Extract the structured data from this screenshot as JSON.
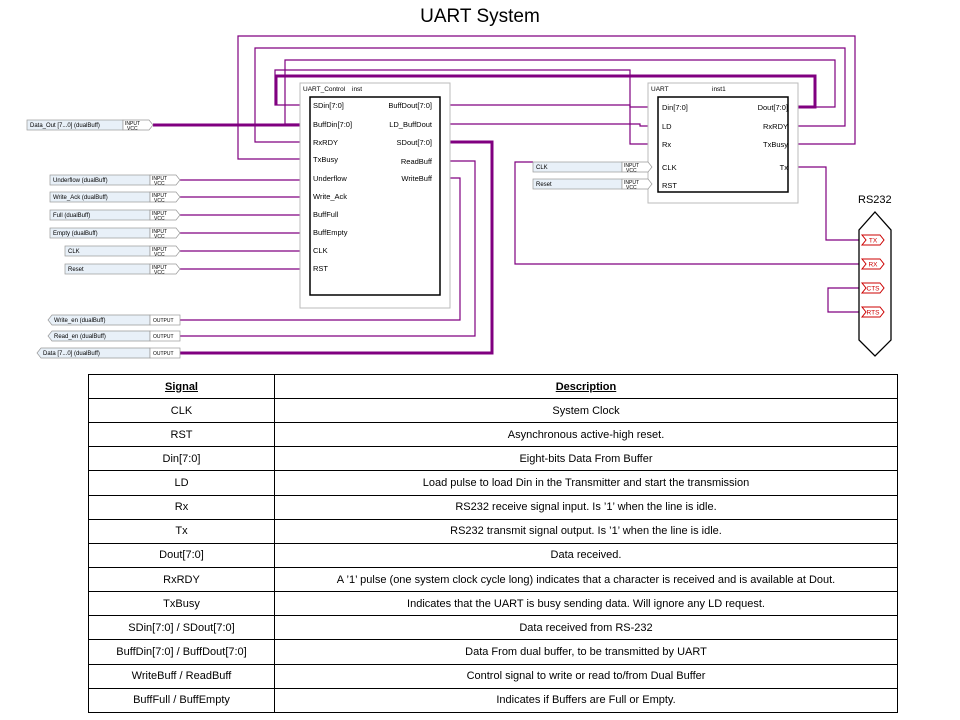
{
  "title": "UART System",
  "diagram": {
    "uart_control": {
      "name": "UART_Control",
      "inst": "inst",
      "left_ports": [
        "SDin[7:0]",
        "BuffDin[7:0]",
        "RxRDY",
        "TxBusy",
        "Underflow",
        "Write_Ack",
        "BuffFull",
        "BuffEmpty",
        "CLK",
        "RST"
      ],
      "right_ports": [
        "BuffDout[7:0]",
        "LD_BuffDout",
        "SDout[7:0]",
        "ReadBuff",
        "WriteBuff"
      ]
    },
    "uart": {
      "name": "UART",
      "inst": "inst1",
      "left_ports": [
        "Din[7:0]",
        "LD",
        "Rx",
        "CLK",
        "RST"
      ],
      "right_ports": [
        "Dout[7:0]",
        "RxRDY",
        "TxBusy",
        "Tx"
      ]
    },
    "inputs": [
      "Data_Out [7...0] (dualBuff)",
      "Underflow (dualBuff)",
      "Write_Ack (dualBuff)",
      "Full (dualBuff)",
      "Empty (dualBuff)",
      "CLK",
      "Reset"
    ],
    "uart_inputs": [
      "CLK",
      "Reset"
    ],
    "outputs": [
      "Write_en (dualBuff)",
      "Read_en (dualBuff)",
      "Data [7...0] (dualBuff)"
    ],
    "input_tag": "INPUT",
    "vcc_tag": "VCC",
    "output_tag": "OUTPUT",
    "connector": {
      "title": "RS232",
      "pins": [
        "TX",
        "RX",
        "CTS",
        "RTS"
      ]
    },
    "colors": {
      "wire": "#800080",
      "bus": "#800080",
      "connector_pin": "#cc0000",
      "pin_label_bg": "#e8f0f8"
    }
  },
  "table": {
    "headers": [
      "Signal",
      "Description"
    ],
    "rows": [
      [
        "CLK",
        "System Clock"
      ],
      [
        "RST",
        "Asynchronous active-high reset."
      ],
      [
        "Din[7:0]",
        "Eight-bits Data From Buffer"
      ],
      [
        "LD",
        "Load pulse to load Din in the Transmitter and start the transmission"
      ],
      [
        "Rx",
        "RS232 receive signal input. Is ’1’ when the line is idle."
      ],
      [
        "Tx",
        "RS232 transmit signal output. Is ’1’ when the line is idle."
      ],
      [
        "Dout[7:0]",
        "Data received."
      ],
      [
        "RxRDY",
        "A ’1’ pulse (one system clock cycle long) indicates that a character is received and is available at Dout."
      ],
      [
        "TxBusy",
        "Indicates that the UART is busy sending data. Will ignore any LD request."
      ],
      [
        "SDin[7:0] / SDout[7:0]",
        "Data received from  RS-232"
      ],
      [
        "BuffDin[7:0] / BuffDout[7:0]",
        "Data From dual buffer, to be transmitted by UART"
      ],
      [
        "WriteBuff / ReadBuff",
        "Control signal to write or read to/from Dual Buffer"
      ],
      [
        "BuffFull / BuffEmpty",
        "Indicates if Buffers are Full or Empty."
      ]
    ]
  }
}
